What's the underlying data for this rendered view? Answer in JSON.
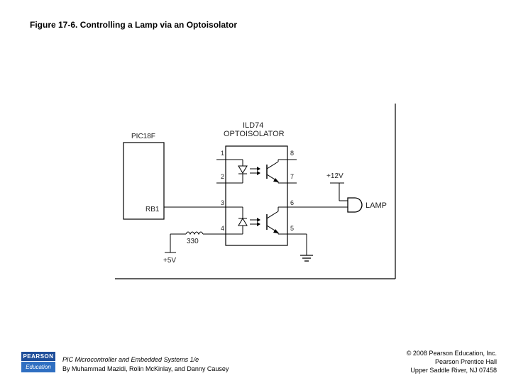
{
  "figure": {
    "title": "Figure 17-6. Controlling a Lamp via an Optoisolator"
  },
  "diagram": {
    "mcu_label": "PIC18F",
    "pin_label": "RB1",
    "opto_part": "ILD74",
    "opto_name": "OPTOISOLATOR",
    "pins": [
      "1",
      "2",
      "3",
      "4",
      "8",
      "7",
      "6",
      "5"
    ],
    "supply_12v": "+12V",
    "lamp_label": "LAMP",
    "resistor_label": "330",
    "supply_5v": "+5V"
  },
  "footer": {
    "logo_top": "PEARSON",
    "logo_bottom": "Education",
    "book_title": "PIC Microcontroller and Embedded Systems 1/e",
    "book_authors": "By Muhammad Mazidi, Rolin McKinlay, and Danny Causey",
    "copyright_line1": "© 2008 Pearson Education, Inc.",
    "copyright_line2": "Pearson Prentice Hall",
    "copyright_line3": "Upper Saddle River, NJ 07458"
  }
}
